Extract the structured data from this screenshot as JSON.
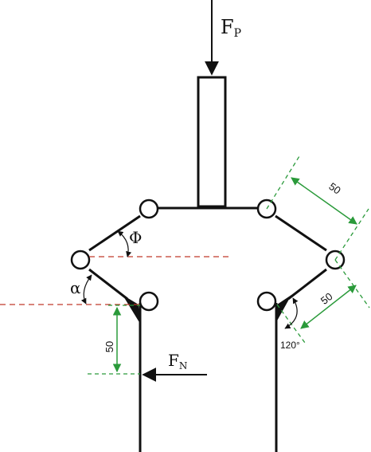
{
  "labels": {
    "force_top": {
      "main": "F",
      "sub": "P"
    },
    "force_side": {
      "main": "F",
      "sub": "N"
    },
    "angle_phi": "Φ",
    "angle_alpha": "α",
    "dim_upper_link": "50",
    "dim_lower_link": "50",
    "dim_left_vertical": "50",
    "angle_tip": "120°"
  },
  "colors": {
    "structure": "#111111",
    "dimension": "#2a9a3a",
    "reference": "#c0392b",
    "tip_fill": "#111111"
  }
}
